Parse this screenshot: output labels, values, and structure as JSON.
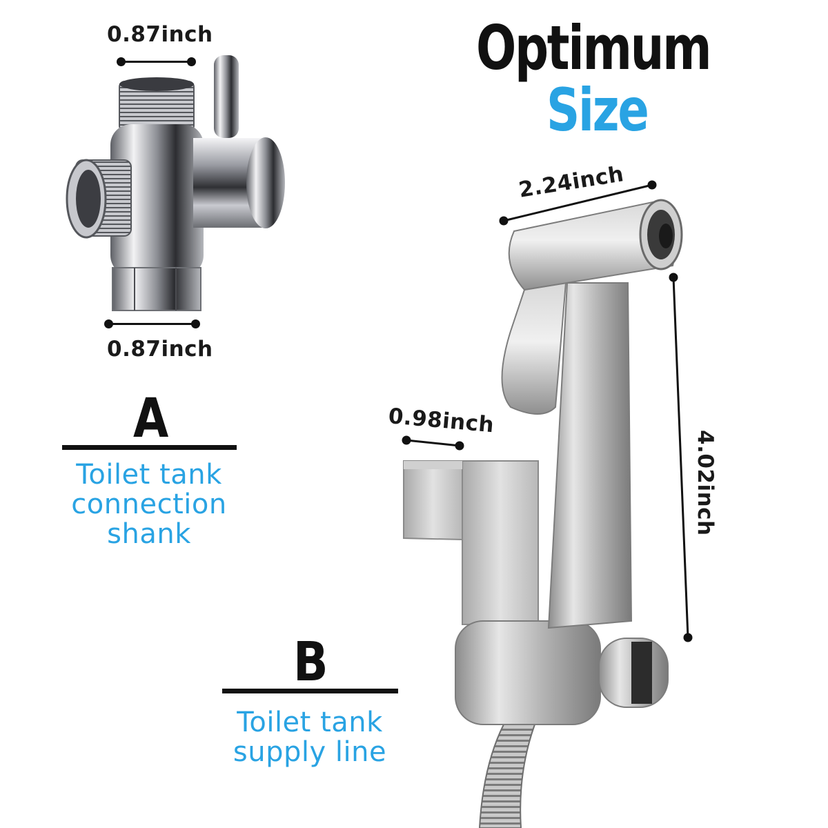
{
  "title": {
    "line1": "Optimum",
    "line2": "Size",
    "line1_color": "#111111",
    "line2_color": "#29a3e3"
  },
  "part_a": {
    "letter": "A",
    "description": [
      "Toilet tank",
      "connection",
      "shank"
    ],
    "dim_top": "0.87inch",
    "dim_bottom": "0.87inch"
  },
  "part_b": {
    "letter": "B",
    "description": [
      "Toilet tank",
      "supply line"
    ],
    "dim_holder": "0.98inch",
    "dim_head": "2.24inch",
    "dim_height": "4.02inch"
  },
  "icons": {
    "valve": "t-valve-adapter-icon",
    "sprayer": "bidet-sprayer-icon",
    "holder": "wall-holder-icon",
    "hose": "hose-icon"
  },
  "colors": {
    "accent": "#29a3e3",
    "text": "#111111"
  }
}
